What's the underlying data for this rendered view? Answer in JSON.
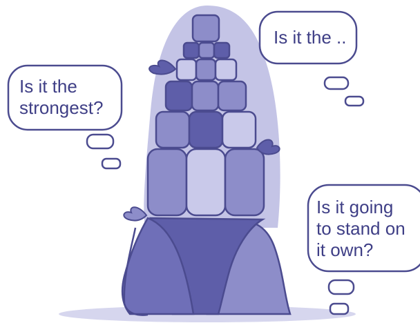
{
  "bubbles": {
    "top": {
      "text": "Is it the .."
    },
    "left": {
      "line1": "Is it the",
      "line2": "strongest?"
    },
    "right": {
      "line1": "Is it going",
      "line2": "to stand on",
      "line3": "it own?"
    }
  },
  "colors": {
    "outline": "#4b4b8f",
    "text": "#3f3f86",
    "light": "#c9c9ea",
    "mid": "#8d8dc9",
    "dark": "#5e5ea9",
    "husk_bg": "#b8b8e0"
  }
}
